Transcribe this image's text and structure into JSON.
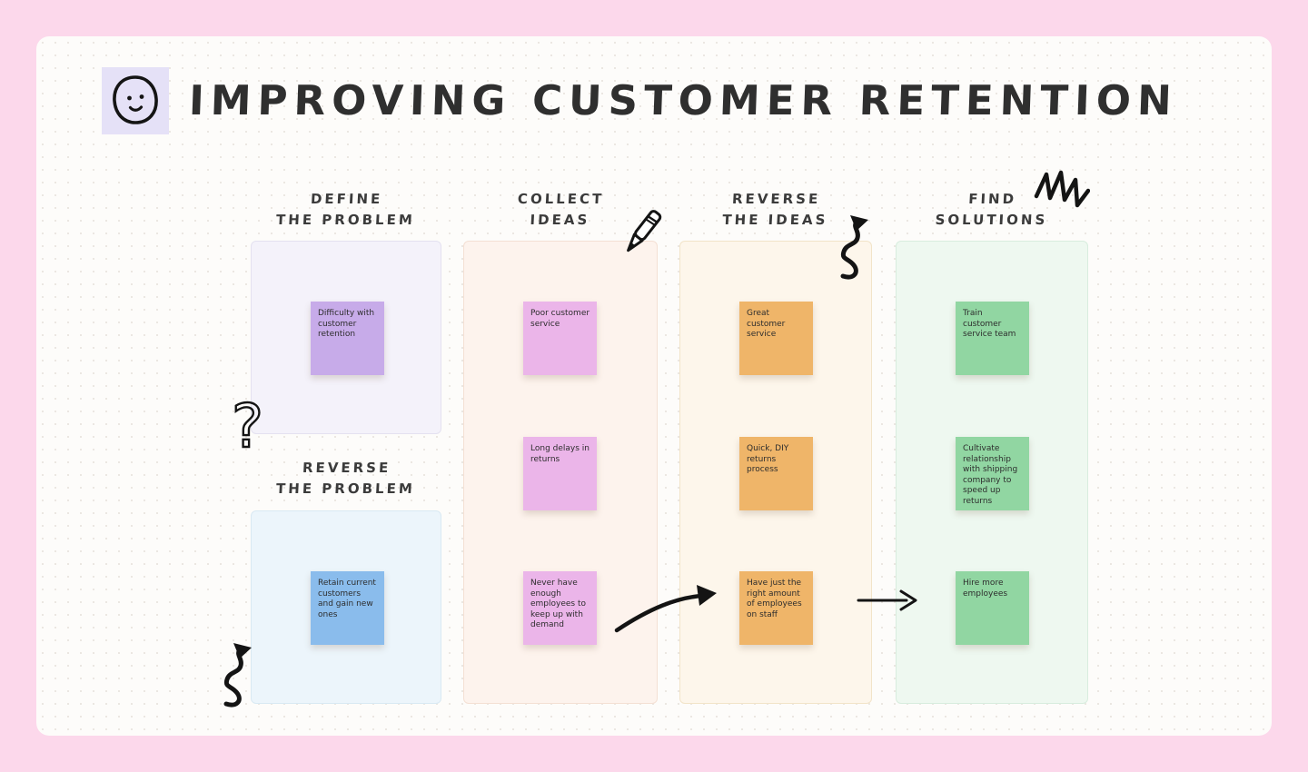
{
  "board": {
    "title": "IMPROVING CUSTOMER RETENTION",
    "title_icon": "smiley-face-icon"
  },
  "sections": [
    {
      "name": "define-the-problem",
      "header_line1": "DEFINE",
      "header_line2": "THE PROBLEM",
      "notes": [
        {
          "text": "Difficulty with customer retention"
        }
      ]
    },
    {
      "name": "reverse-the-problem",
      "header_line1": "REVERSE",
      "header_line2": "THE PROBLEM",
      "notes": [
        {
          "text": "Retain current customers and gain new ones"
        }
      ]
    },
    {
      "name": "collect-ideas",
      "header_line1": "COLLECT",
      "header_line2": "IDEAS",
      "notes": [
        {
          "text": "Poor customer service"
        },
        {
          "text": "Long delays in returns"
        },
        {
          "text": "Never have enough employees to keep up with demand"
        }
      ]
    },
    {
      "name": "reverse-the-ideas",
      "header_line1": "REVERSE",
      "header_line2": "THE IDEAS",
      "notes": [
        {
          "text": "Great customer service"
        },
        {
          "text": "Quick, DIY returns process"
        },
        {
          "text": "Have just the right amount of employees on staff"
        }
      ]
    },
    {
      "name": "find-solutions",
      "header_line1": "FIND",
      "header_line2": "SOLUTIONS",
      "notes": [
        {
          "text": "Train customer service team"
        },
        {
          "text": "Cultivate relationship with shipping company to speed up returns"
        },
        {
          "text": "Hire more employees"
        }
      ]
    }
  ],
  "doodles": [
    "smiley-face",
    "question-mark",
    "pencil",
    "squiggle-arrow-up",
    "squiggle-arrow-bottom-left",
    "zigzag-scribble",
    "curved-arrow-right",
    "straight-arrow-right"
  ],
  "colors": {
    "frame": "#fcd8eb",
    "board": "#fdfcfa",
    "title_icon_bg": "#e5e1f7",
    "panel_purple": "#f4f2fa",
    "panel_blue": "#ecf5fb",
    "panel_peach": "#fdf3ed",
    "panel_cream": "#fdf6eb",
    "panel_green": "#eef8f0",
    "note_purple": "#c7abe9",
    "note_blue": "#8abcec",
    "note_pink": "#ebb5e9",
    "note_orange": "#efb569",
    "note_green": "#91d6a2",
    "ink": "#141414"
  }
}
